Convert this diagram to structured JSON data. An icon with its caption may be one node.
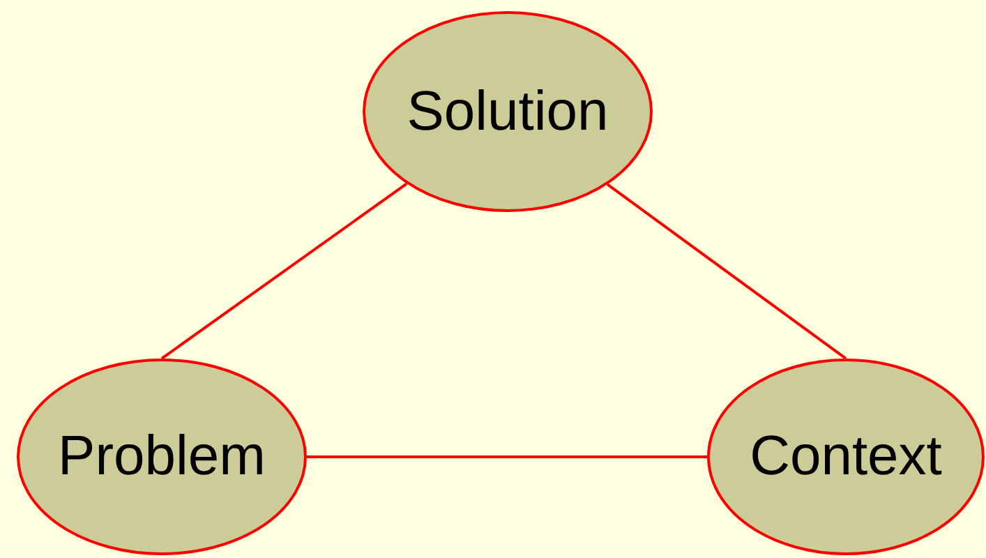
{
  "diagram": {
    "nodes": [
      {
        "text": [
          "Solution"
        ]
      },
      {
        "text": [
          "Problem"
        ]
      },
      {
        "text": [
          "Context"
        ]
      }
    ],
    "edges": [
      {
        "from": 0,
        "to": 1,
        "arrow": "none"
      },
      {
        "from": 0,
        "to": 2,
        "arrow": "none"
      },
      {
        "from": 1,
        "to": 2,
        "arrow": "none"
      }
    ]
  }
}
